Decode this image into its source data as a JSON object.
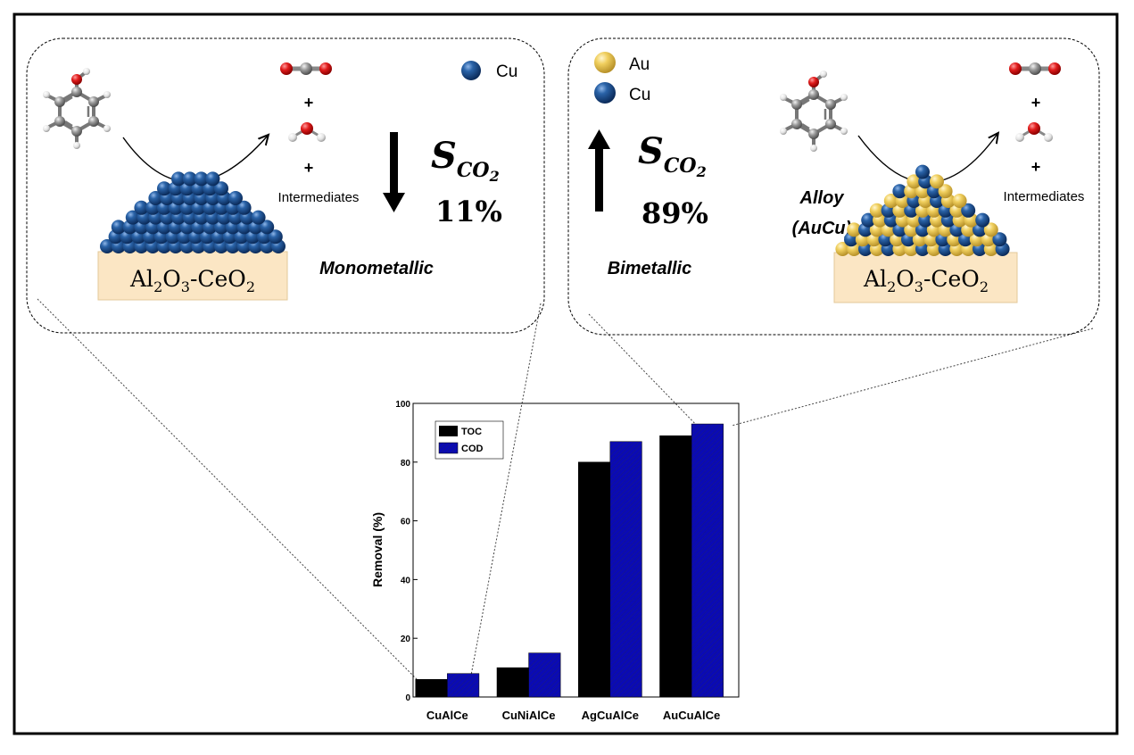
{
  "panel_left": {
    "legend": [
      {
        "label": "Cu",
        "color": "#1a4c8c"
      }
    ],
    "plus": "+",
    "intermediates": "Intermediates",
    "selectivity_symbol": "S",
    "selectivity_subscript": "CO",
    "selectivity_sub2": "2",
    "selectivity_value": "11%",
    "arrow": "down",
    "support": {
      "a": "Al",
      "a_sub": "2",
      "b": "O",
      "b_sub": "3",
      "c": "-CeO",
      "c_sub": "2"
    },
    "caption": "Monometallic"
  },
  "panel_right": {
    "legend": [
      {
        "label": "Au",
        "color": "#f2d36b"
      },
      {
        "label": "Cu",
        "color": "#1a4c8c"
      }
    ],
    "plus": "+",
    "intermediates": "Intermediates",
    "selectivity_symbol": "S",
    "selectivity_subscript": "CO",
    "selectivity_sub2": "2",
    "selectivity_value": "89%",
    "arrow": "up",
    "alloy_line1": "Alloy",
    "alloy_line2": "(AuCu)",
    "support": {
      "a": "Al",
      "a_sub": "2",
      "b": "O",
      "b_sub": "3",
      "c": "-CeO",
      "c_sub": "2"
    },
    "caption": "Bimetallic"
  },
  "chart_data": {
    "type": "bar",
    "categories": [
      "CuAlCe",
      "CuNiAlCe",
      "AgCuAlCe",
      "AuCuAlCe"
    ],
    "series": [
      {
        "name": "TOC",
        "values": [
          6,
          10,
          80,
          89
        ],
        "color": "#000000"
      },
      {
        "name": "COD",
        "values": [
          8,
          15,
          87,
          93
        ],
        "color": "#0a0ab4"
      }
    ],
    "ylabel": "Removal (%)",
    "xlabel": "",
    "ylim": [
      0,
      100
    ],
    "yticks": [
      0,
      20,
      40,
      60,
      80,
      100
    ],
    "legend_position": "top-left",
    "grid": false
  }
}
